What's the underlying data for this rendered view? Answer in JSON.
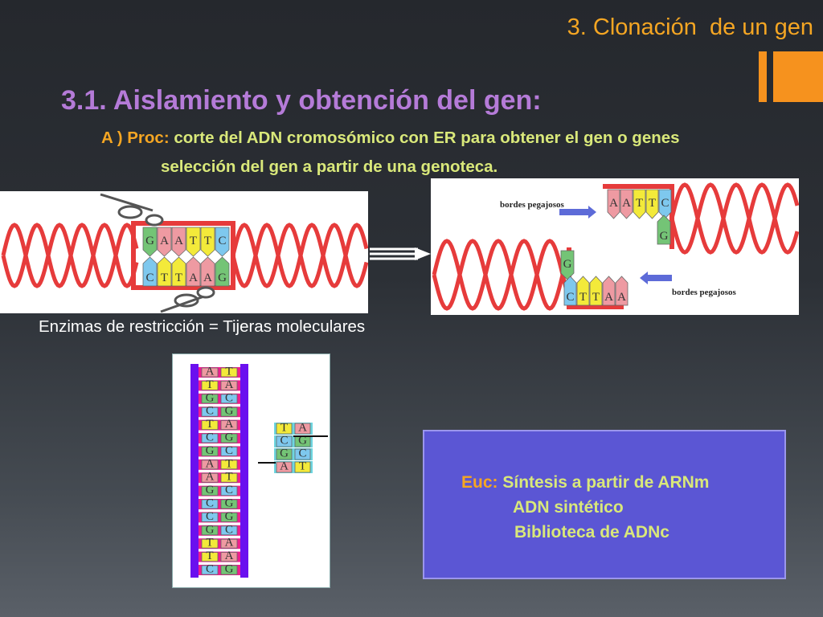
{
  "header": {
    "section_title": "3. Clonación  de un gen",
    "heading": "3.1. Aislamiento y obtención del gen:"
  },
  "body": {
    "proc_prefix": "A ) Proc:",
    "proc_text": " corte del ADN cromosómico con ER para obtener el gen o genes",
    "selection_text": "selección del gen a partir de una genoteca."
  },
  "diagram_left": {
    "top_strand": [
      "G",
      "A",
      "A",
      "T",
      "T",
      "C"
    ],
    "bottom_strand": [
      "C",
      "T",
      "T",
      "A",
      "A",
      "G"
    ]
  },
  "diagram_right": {
    "label_top": "bordes pegajosos",
    "label_bottom": "bordes pegajosos",
    "top_fragment": [
      "A",
      "A",
      "T",
      "T",
      "C"
    ],
    "top_single": "G",
    "bottom_single": "G",
    "bottom_fragment": [
      "C",
      "T",
      "T",
      "A",
      "A"
    ]
  },
  "caption": "Enzimas de restricción = Tijeras moleculares",
  "ladder": {
    "pairs": [
      [
        "A",
        "T"
      ],
      [
        "T",
        "A"
      ],
      [
        "G",
        "C"
      ],
      [
        "C",
        "G"
      ],
      [
        "T",
        "A"
      ],
      [
        "C",
        "G"
      ],
      [
        "G",
        "C"
      ],
      [
        "A",
        "T"
      ],
      [
        "A",
        "T"
      ],
      [
        "G",
        "C"
      ],
      [
        "C",
        "G"
      ],
      [
        "C",
        "G"
      ],
      [
        "G",
        "C"
      ],
      [
        "T",
        "A"
      ],
      [
        "T",
        "A"
      ],
      [
        "C",
        "G"
      ]
    ],
    "fragment_pairs": [
      [
        "T",
        "A"
      ],
      [
        "C",
        "G"
      ],
      [
        "G",
        "C"
      ],
      [
        "A",
        "T"
      ]
    ]
  },
  "euc_box": {
    "label": "Euc:",
    "line1": " Síntesis a partir de ARNm",
    "line2": "ADN sintético",
    "line3": "Biblioteca de ADNc"
  },
  "colors": {
    "A": "#ee9aa2",
    "T": "#f3ea3a",
    "G": "#74c476",
    "C": "#7ec8ee",
    "helix": "#e63b3b",
    "accent": "#f5a623",
    "text_green": "#d9e87a",
    "heading_purple": "#b57bd8",
    "ladder_backbone": "#6a10ef",
    "ladder_rung": "#ee1d8f"
  }
}
